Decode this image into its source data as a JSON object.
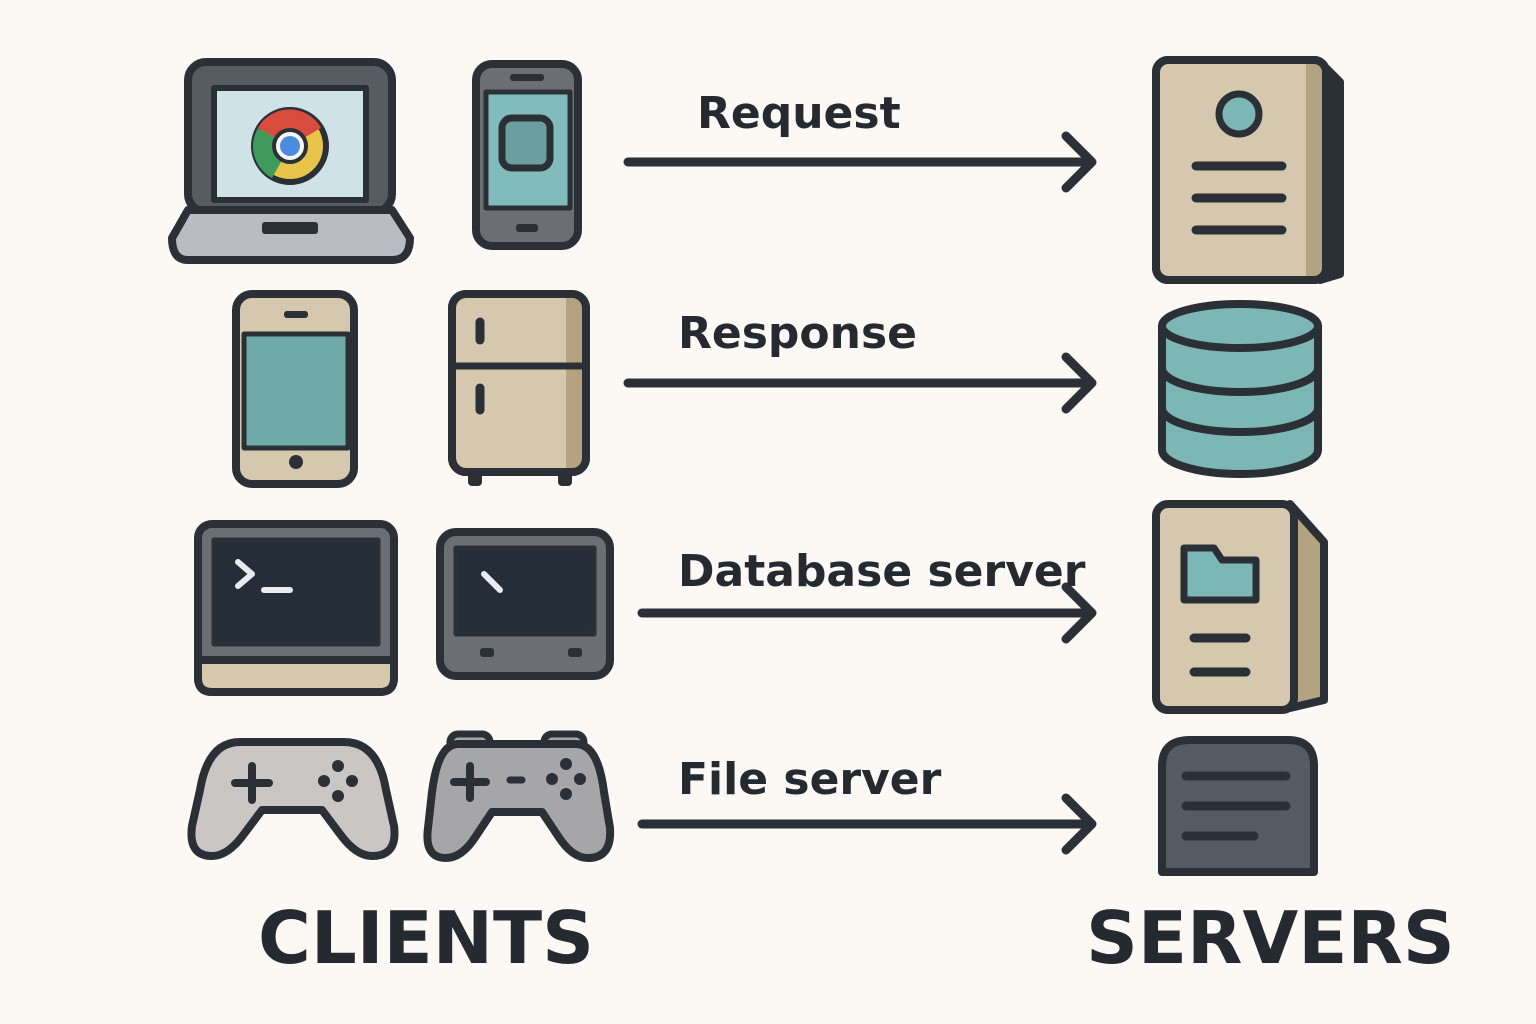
{
  "edges": [
    {
      "label": "Request",
      "from": "clients",
      "to": "app-server-icon"
    },
    {
      "label": "Response",
      "from": "clients",
      "to": "database-icon"
    },
    {
      "label": "Database server",
      "from": "clients",
      "to": "file-server-icon"
    },
    {
      "label": "File server",
      "from": "clients",
      "to": "server-unit-icon"
    }
  ],
  "groups": {
    "clients": {
      "title": "CLIENTS"
    },
    "servers": {
      "title": "SERVERS"
    }
  },
  "clients": [
    "laptop-browser-icon",
    "smartphone-icon",
    "tablet-phone-icon",
    "smart-fridge-icon",
    "terminal-monitor-icon",
    "handheld-device-icon",
    "gamepad-icon",
    "gamepad-icon"
  ],
  "servers": [
    "app-server-icon",
    "database-icon",
    "file-server-icon",
    "server-unit-icon"
  ],
  "colors": {
    "outline": "#2a3036",
    "teal": "#7cb6b5",
    "beige": "#d6c8ae",
    "beige_dark": "#b3a381",
    "grey": "#6b6e73",
    "screen_dark": "#252d38",
    "pad_light": "#c9c6c4",
    "pad_mid": "#a6a5a7",
    "background": "#fcf8f4"
  }
}
